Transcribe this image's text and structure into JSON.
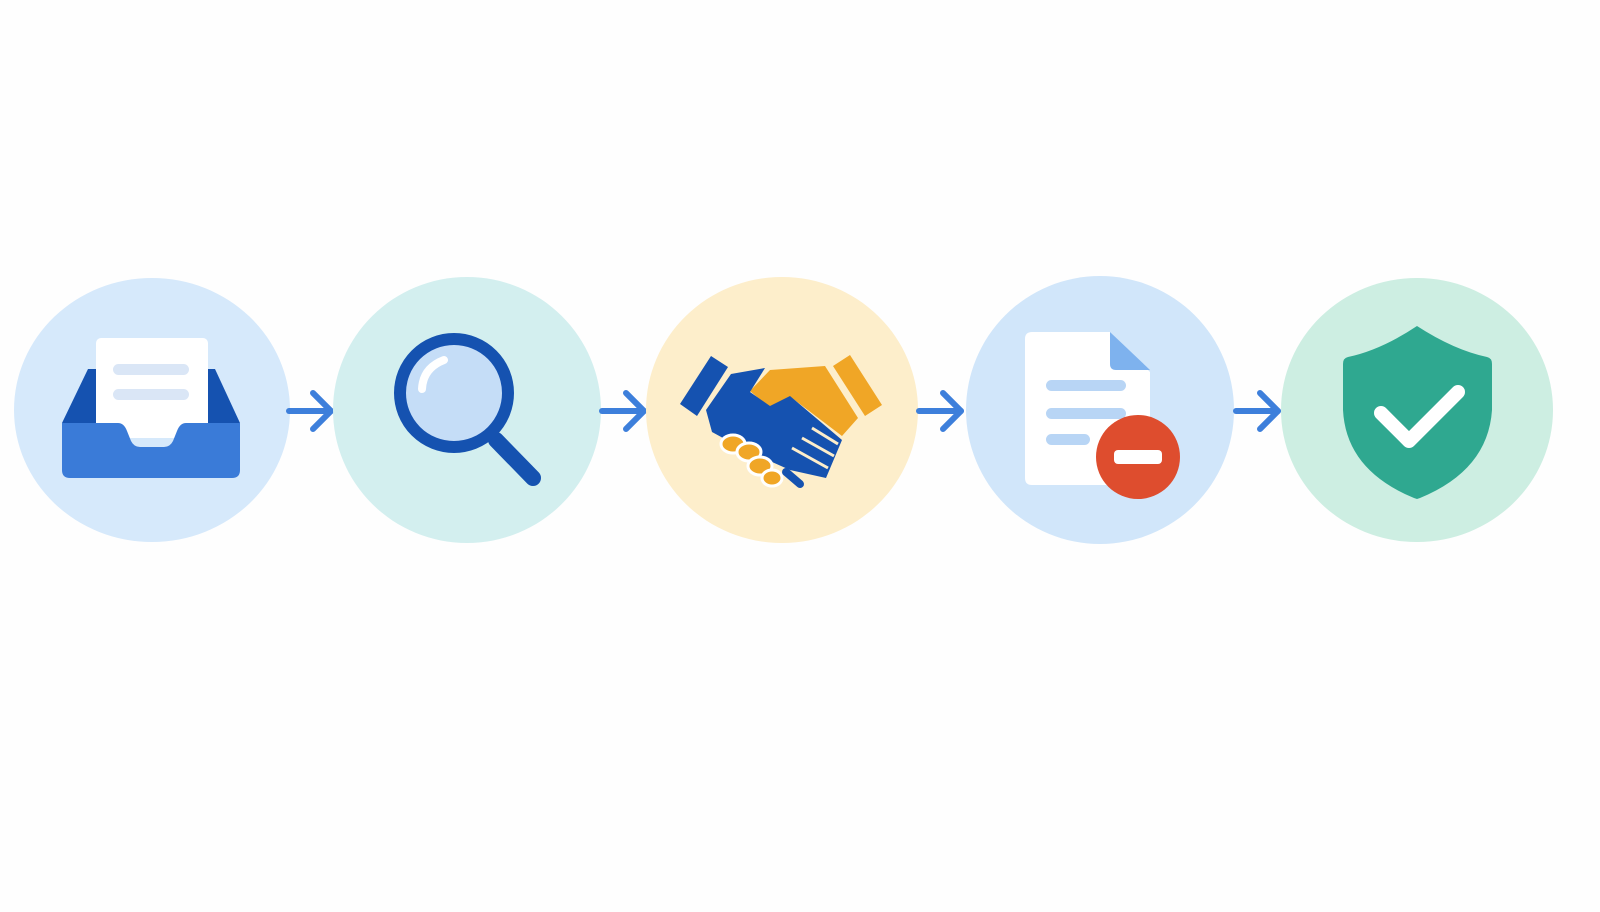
{
  "steps": [
    {
      "id": "inbox",
      "icon": "inbox-tray-icon",
      "bg": "#d6e9fb"
    },
    {
      "id": "review",
      "icon": "magnifying-glass-icon",
      "bg": "#d3efef"
    },
    {
      "id": "agreement",
      "icon": "handshake-icon",
      "bg": "#fdeecb"
    },
    {
      "id": "rejection",
      "icon": "document-minus-icon",
      "bg": "#d1e6fa"
    },
    {
      "id": "approved",
      "icon": "shield-check-icon",
      "bg": "#cdeee2"
    }
  ],
  "connector": {
    "icon": "arrow-right-icon",
    "color": "#3d7fdb"
  },
  "colors": {
    "blue_dark": "#1552b0",
    "blue_mid": "#3b7fdc",
    "blue_light": "#c5ddf7",
    "gold": "#f0a626",
    "red": "#de4d2e",
    "teal": "#2fa890",
    "paper": "#ffffff"
  }
}
